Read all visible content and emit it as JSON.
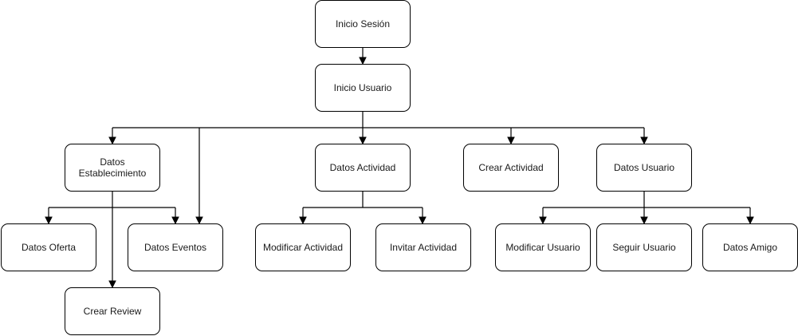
{
  "nodes": {
    "inicio_sesion": "Inicio Sesión",
    "inicio_usuario": "Inicio Usuario",
    "datos_establecimiento": "Datos Establecimiento",
    "datos_actividad": "Datos Actividad",
    "crear_actividad": "Crear Actividad",
    "datos_usuario": "Datos Usuario",
    "datos_oferta": "Datos Oferta",
    "datos_eventos": "Datos Eventos",
    "crear_review": "Crear Review",
    "modificar_actividad": "Modificar Actividad",
    "invitar_actividad": "Invitar Actividad",
    "modificar_usuario": "Modificar Usuario",
    "seguir_usuario": "Seguir Usuario",
    "datos_amigo": "Datos Amigo"
  }
}
